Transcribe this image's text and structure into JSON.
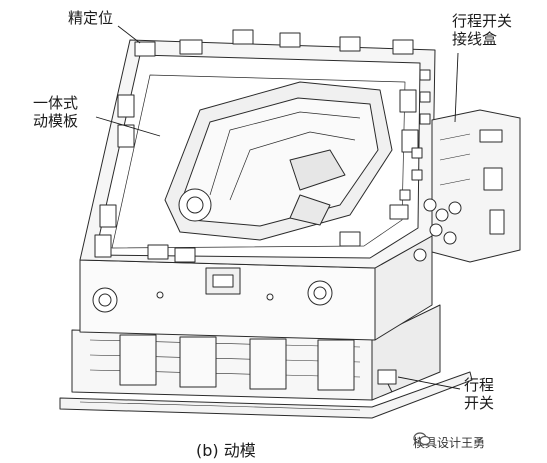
{
  "callouts": {
    "precision_locator": "精定位",
    "integral_plate_line1": "一体式",
    "integral_plate_line2": "动模板",
    "limit_box_line1": "行程开关",
    "limit_box_line2": "接线盒",
    "limit_switch_line1": "行程",
    "limit_switch_line2": "开关"
  },
  "caption": "(b) 动模",
  "watermark": "模具设计王勇"
}
